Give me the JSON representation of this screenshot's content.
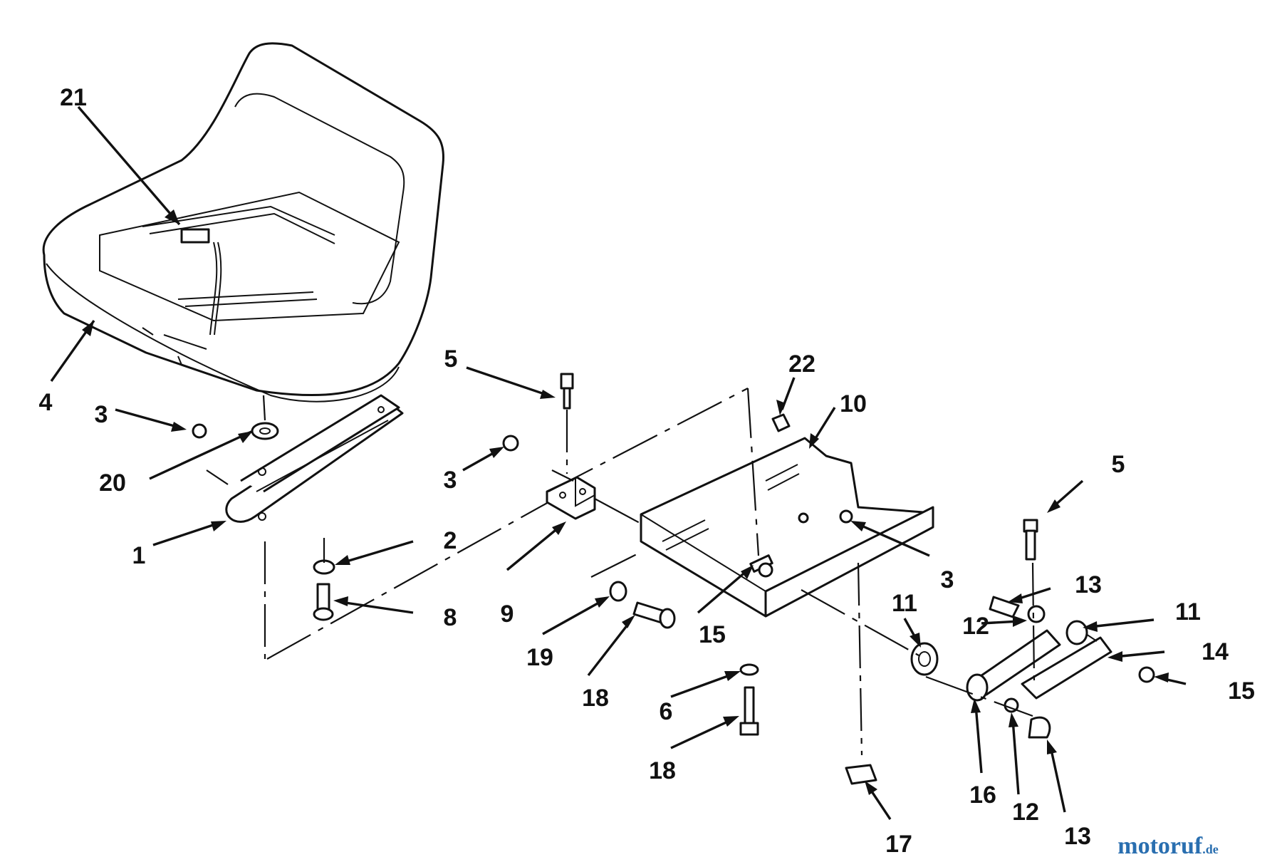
{
  "labels": {
    "l21": "21",
    "l4": "4",
    "l3a": "3",
    "l20": "20",
    "l1": "1",
    "l2": "2",
    "l8": "8",
    "l5a": "5",
    "l3b": "3",
    "l9": "9",
    "l22": "22",
    "l10": "10",
    "l3c": "3",
    "l15a": "15",
    "l19": "19",
    "l18a": "18",
    "l6": "6",
    "l18b": "18",
    "l17": "17",
    "l11a": "11",
    "l5b": "5",
    "l13a": "13",
    "l12a": "12",
    "l11b": "11",
    "l14": "14",
    "l15b": "15",
    "l16": "16",
    "l12b": "12",
    "l13b": "13"
  },
  "watermark": {
    "main": "motoruf",
    "suffix": ".de"
  },
  "colors": {
    "ink": "#111111",
    "background": "#ffffff"
  }
}
